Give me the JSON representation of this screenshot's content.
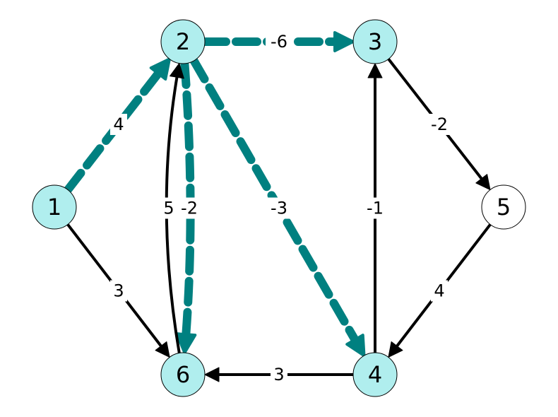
{
  "graph": {
    "colors": {
      "visited_node": "#b0eeee",
      "plain_node": "#ffffff",
      "highlight_edge": "#008080",
      "plain_edge": "#000000"
    },
    "nodes": [
      {
        "id": "1",
        "label": "1",
        "visited": true
      },
      {
        "id": "2",
        "label": "2",
        "visited": true
      },
      {
        "id": "3",
        "label": "3",
        "visited": true
      },
      {
        "id": "4",
        "label": "4",
        "visited": true
      },
      {
        "id": "5",
        "label": "5",
        "visited": false
      },
      {
        "id": "6",
        "label": "6",
        "visited": true
      }
    ],
    "edges": [
      {
        "from": "1",
        "to": "2",
        "weight": "4",
        "highlight": true
      },
      {
        "from": "1",
        "to": "6",
        "weight": "3",
        "highlight": false
      },
      {
        "from": "2",
        "to": "3",
        "weight": "-6",
        "highlight": true
      },
      {
        "from": "2",
        "to": "6",
        "weight": "-2",
        "highlight": true
      },
      {
        "from": "6",
        "to": "2",
        "weight": "5",
        "highlight": false
      },
      {
        "from": "2",
        "to": "4",
        "weight": "-3",
        "highlight": true
      },
      {
        "from": "3",
        "to": "5",
        "weight": "-2",
        "highlight": false
      },
      {
        "from": "4",
        "to": "3",
        "weight": "-1",
        "highlight": false
      },
      {
        "from": "5",
        "to": "4",
        "weight": "4",
        "highlight": false
      },
      {
        "from": "4",
        "to": "6",
        "weight": "3",
        "highlight": false
      }
    ]
  }
}
